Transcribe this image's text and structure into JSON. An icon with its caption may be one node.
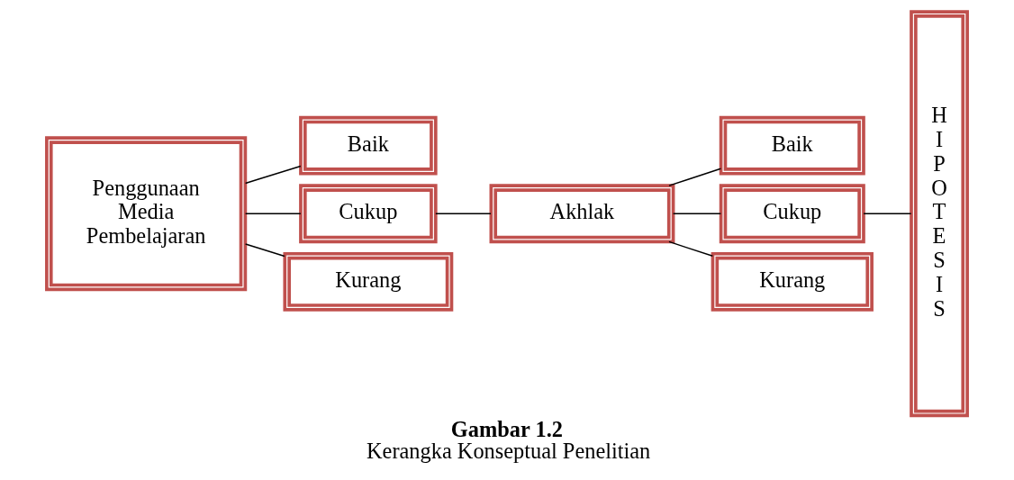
{
  "diagram": {
    "title": "Gambar 1.2",
    "caption": "Kerangka Konseptual Penelitian",
    "nodes": [
      {
        "text": [
          "Penggunaan Media Pembelajaran"
        ]
      },
      {
        "text": [
          "Baik"
        ]
      },
      {
        "text": [
          "Cukup"
        ]
      },
      {
        "text": [
          "Kurang"
        ]
      },
      {
        "text": [
          "Akhlak"
        ]
      },
      {
        "text": [
          "Baik"
        ]
      },
      {
        "text": [
          "Cukup"
        ]
      },
      {
        "text": [
          "Kurang"
        ]
      },
      {
        "text": [
          "H I P O T E S I S"
        ]
      }
    ],
    "edges": [
      {
        "from": 0,
        "to": 1,
        "arrow": "none"
      },
      {
        "from": 0,
        "to": 2,
        "arrow": "none"
      },
      {
        "from": 0,
        "to": 3,
        "arrow": "none"
      },
      {
        "from": 2,
        "to": 4,
        "arrow": "none"
      },
      {
        "from": 4,
        "to": 5,
        "arrow": "none"
      },
      {
        "from": 4,
        "to": 6,
        "arrow": "none"
      },
      {
        "from": 4,
        "to": 7,
        "arrow": "none"
      },
      {
        "from": 6,
        "to": 8,
        "arrow": "none"
      }
    ]
  }
}
